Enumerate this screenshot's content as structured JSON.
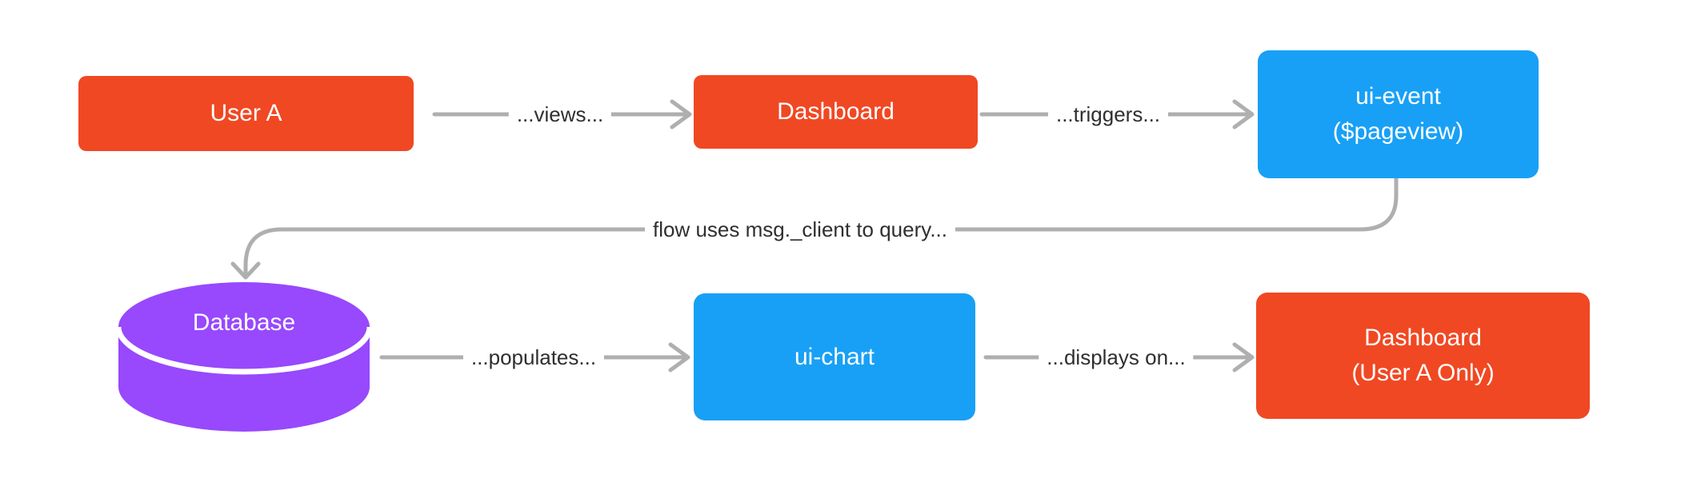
{
  "diagram": {
    "nodes": {
      "user_a": {
        "label": "User A",
        "shape": "rect",
        "color": "#F04823"
      },
      "dashboard": {
        "label": "Dashboard",
        "shape": "rect",
        "color": "#F04823"
      },
      "ui_event": {
        "label_line1": "ui-event",
        "label_line2": "($pageview)",
        "shape": "rect",
        "color": "#18A0F6"
      },
      "database": {
        "label": "Database",
        "shape": "cylinder",
        "color": "#9848FD"
      },
      "ui_chart": {
        "label": "ui-chart",
        "shape": "rect",
        "color": "#18A0F6"
      },
      "dashboard_user_a": {
        "label_line1": "Dashboard",
        "label_line2": "(User A Only)",
        "shape": "rect",
        "color": "#F04823"
      }
    },
    "edges": {
      "views": {
        "label": "...views...",
        "from": "user_a",
        "to": "dashboard"
      },
      "triggers": {
        "label": "...triggers...",
        "from": "dashboard",
        "to": "ui_event"
      },
      "flow_query": {
        "label": "flow uses msg._client to query...",
        "from": "ui_event",
        "to": "database"
      },
      "populates": {
        "label": "...populates...",
        "from": "database",
        "to": "ui_chart"
      },
      "displays_on": {
        "label": "...displays on...",
        "from": "ui_chart",
        "to": "dashboard_user_a"
      }
    },
    "colors": {
      "arrow": "#AFAFAF",
      "edge_label_text": "#2F2F2F",
      "node_text": "#FFFFFF",
      "background": "#FFFFFF"
    }
  }
}
